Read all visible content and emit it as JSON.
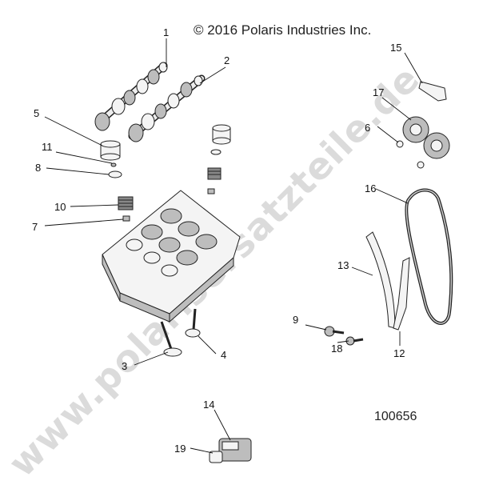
{
  "copyright": "© 2016 Polaris Industries Inc.",
  "figure_number": "100656",
  "watermark": "www.polarisersatzteile.de",
  "callouts": [
    "1",
    "2",
    "3",
    "4",
    "5",
    "6",
    "7",
    "8",
    "9",
    "10",
    "11",
    "12",
    "13",
    "14",
    "15",
    "16",
    "17",
    "18",
    "19"
  ]
}
